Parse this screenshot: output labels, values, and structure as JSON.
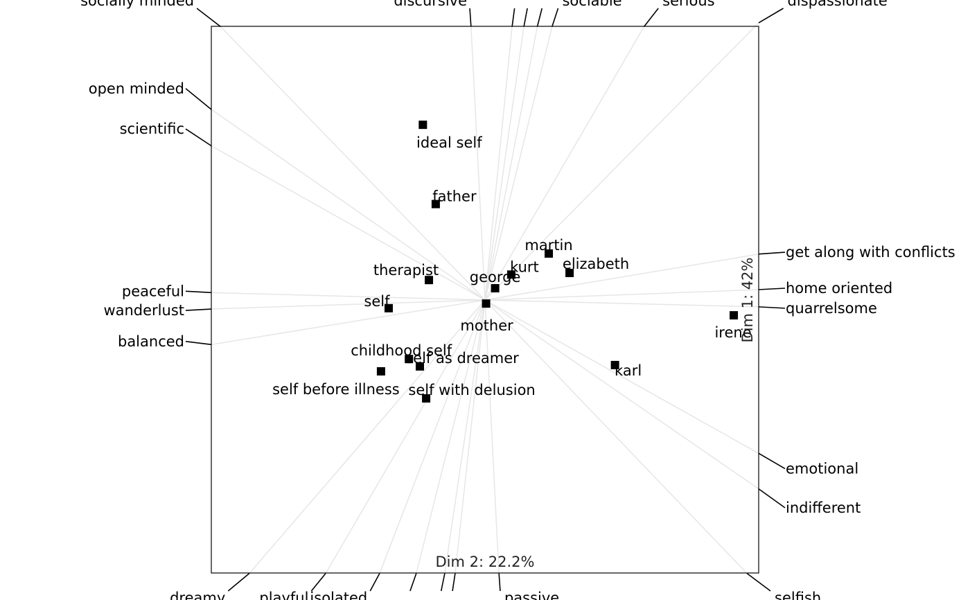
{
  "chart_data": {
    "type": "scatter",
    "title": "",
    "x_axis_label": "Dim 2: 22.2%",
    "y_axis_label": "Dim 1: 42%",
    "xlim": [
      -1,
      1
    ],
    "ylim": [
      -1,
      1
    ],
    "grid": false,
    "colors": {
      "points": "#000000",
      "biplot_lines": "#e6e6e6",
      "connectors": "#000000",
      "frame": "#333333"
    },
    "elements": [
      {
        "name": "ideal self",
        "x": -0.227,
        "y": 0.641
      },
      {
        "name": "father",
        "x": -0.18,
        "y": 0.351
      },
      {
        "name": "martin",
        "x": 0.233,
        "y": 0.17
      },
      {
        "name": "therapist",
        "x": -0.205,
        "y": 0.073
      },
      {
        "name": "kurt",
        "x": 0.096,
        "y": 0.093
      },
      {
        "name": "elizabeth",
        "x": 0.309,
        "y": 0.099
      },
      {
        "name": "george",
        "x": 0.037,
        "y": 0.043
      },
      {
        "name": "self",
        "x": -0.352,
        "y": -0.03
      },
      {
        "name": "mother",
        "x": 0.004,
        "y": -0.013
      },
      {
        "name": "irene",
        "x": 0.909,
        "y": -0.056
      },
      {
        "name": "childhood self",
        "x": -0.278,
        "y": -0.216
      },
      {
        "name": "self as dreamer",
        "x": -0.238,
        "y": -0.243
      },
      {
        "name": "self before illness",
        "x": -0.38,
        "y": -0.261
      },
      {
        "name": "karl",
        "x": 0.475,
        "y": -0.238
      },
      {
        "name": "self with delusion",
        "x": -0.215,
        "y": -0.36
      }
    ],
    "constructs": [
      {
        "name": "socially minded",
        "dx": -0.966,
        "dy": 1.0
      },
      {
        "name": "discursive",
        "dx": -0.051,
        "dy": 1.0
      },
      {
        "name": "",
        "dx": 0.099,
        "dy": 1.0
      },
      {
        "name": "",
        "dx": 0.142,
        "dy": 1.0
      },
      {
        "name": "",
        "dx": 0.191,
        "dy": 1.0
      },
      {
        "name": "sociable",
        "dx": 0.245,
        "dy": 1.0
      },
      {
        "name": "serious",
        "dx": 0.581,
        "dy": 1.0
      },
      {
        "name": "dispassionate",
        "dx": 1.0,
        "dy": 1.014
      },
      {
        "name": "open minded",
        "dx": -1.0,
        "dy": 0.697
      },
      {
        "name": "scientific",
        "dx": -1.0,
        "dy": 0.564
      },
      {
        "name": "peaceful",
        "dx": -1.0,
        "dy": 0.027
      },
      {
        "name": "wanderlust",
        "dx": -1.0,
        "dy": -0.033
      },
      {
        "name": "balanced",
        "dx": -1.0,
        "dy": -0.163
      },
      {
        "name": "get along with conflicts",
        "dx": 1.0,
        "dy": 0.168
      },
      {
        "name": "home oriented",
        "dx": 1.0,
        "dy": 0.038
      },
      {
        "name": "quarrelsome",
        "dx": 1.0,
        "dy": -0.025
      },
      {
        "name": "emotional",
        "dx": 1.0,
        "dy": -0.561
      },
      {
        "name": "indifferent",
        "dx": 1.0,
        "dy": -0.691
      },
      {
        "name": "selfish",
        "dx": 0.957,
        "dy": -1.0
      },
      {
        "name": "dreamy",
        "dx": -0.861,
        "dy": -1.0
      },
      {
        "name": "playful",
        "dx": -0.582,
        "dy": -1.0
      },
      {
        "name": "isolated",
        "dx": -0.385,
        "dy": -1.0
      },
      {
        "name": "",
        "dx": -0.251,
        "dy": -1.0
      },
      {
        "name": "",
        "dx": -0.147,
        "dy": -1.0
      },
      {
        "name": "",
        "dx": -0.109,
        "dy": -1.0
      },
      {
        "name": "passive",
        "dx": 0.051,
        "dy": -1.0
      }
    ]
  }
}
